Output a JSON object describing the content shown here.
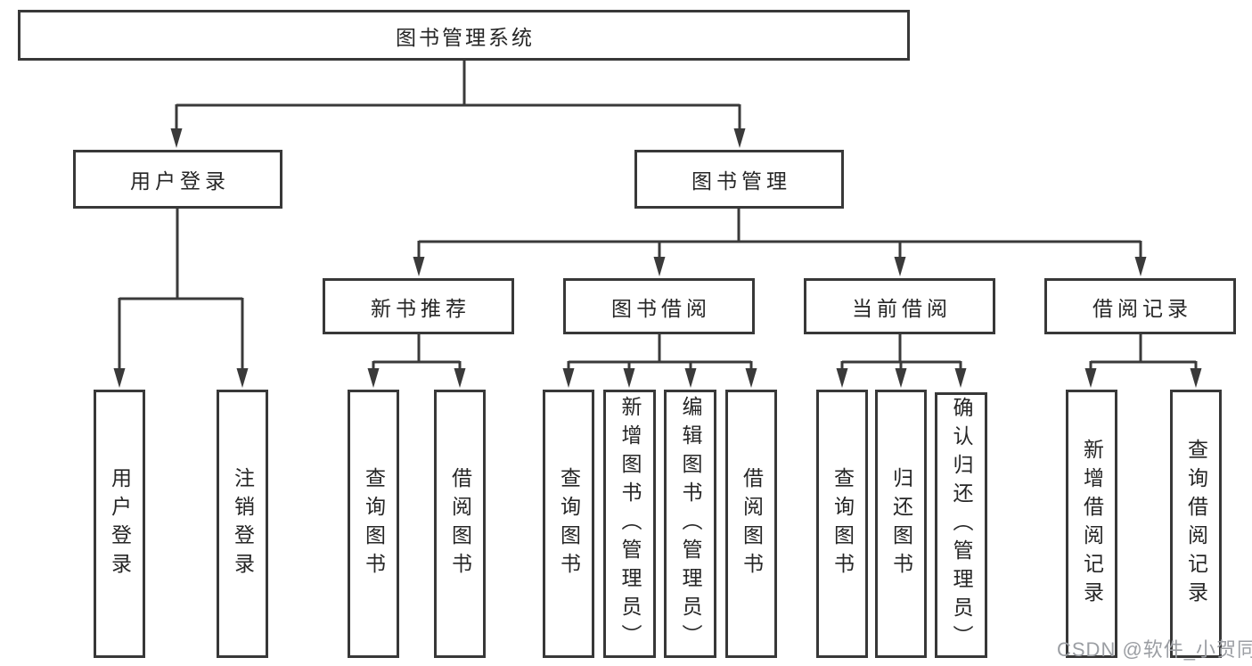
{
  "diagram": {
    "title": "图书管理系统",
    "level2": [
      {
        "label": "用户登录"
      },
      {
        "label": "图书管理"
      }
    ],
    "level3": [
      {
        "label": "新书推荐"
      },
      {
        "label": "图书借阅"
      },
      {
        "label": "当前借阅"
      },
      {
        "label": "借阅记录"
      }
    ],
    "leaves": {
      "user": [
        "用户登录",
        "注销登录"
      ],
      "recommend": [
        "查询图书",
        "借阅图书"
      ],
      "borrow": [
        "查询图书",
        "新增图书（管理员）",
        "编辑图书（管理员）",
        "借阅图书"
      ],
      "current": [
        "查询图书",
        "归还图书",
        "确认归还（管理员）"
      ],
      "records": [
        "新增借阅记录",
        "查询借阅记录"
      ]
    },
    "watermark": "CSDN @软件_小贺同学",
    "colors": {
      "line": "#3a3a3a",
      "text": "#262626",
      "watermark": "#9b9ea3",
      "background": "#ffffff"
    }
  }
}
